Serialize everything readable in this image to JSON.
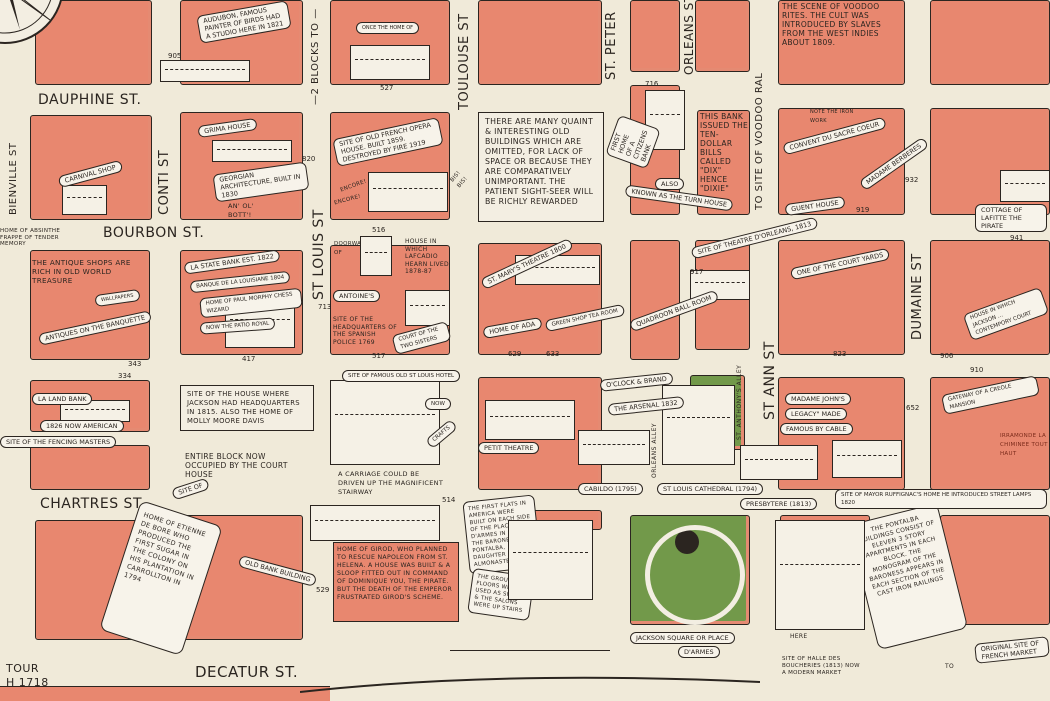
{
  "colors": {
    "block": "#e8876f",
    "street": "#f0ead9",
    "park": "#72994a",
    "ink": "#2b2520"
  },
  "streets": {
    "dauphine": "DAUPHINE ST.",
    "bourbon": "BOURBON ST.",
    "chartres": "CHARTRES ST.",
    "decatur": "DECATUR ST.",
    "bienville": "BIENVILLE ST",
    "conti": "CONTI ST",
    "st_louis": "ST LOUIS ST",
    "toulouse": "TOULOUSE ST",
    "st_peter": "ST. PETER",
    "orleans": "ORLEANS ST",
    "st_ann": "ST ANN ST",
    "dumaine": "DUMAINE ST",
    "two_blocks": "—2 BLOCKS TO —",
    "voodoo_site": "TO SITE OF VOODOO RAL",
    "orleans_alley": "ORLEANS ALLEY",
    "st_anthony_alley": "ST. ANTHONY'S ALLEY",
    "tour": "TOUR",
    "tour_year": "H 1718"
  },
  "notes": {
    "voodoo": "THE SCENE of VOODOO RITES. THE CULT was INTRODUCED BY SLAVES from THE WEST INDIES ABOUT 1809.",
    "omitted": "THERE ARE MANY QUAINT & INTERESTING OLD BUILDINGS WHICH ARE OMITTED, FOR LACK of SPACE OR BECAUSE THEY ARE COMPARATIVELY UNIMPORTANT. THE PATIENT SIGHT-SEER WILL BE RICHLY REWARDED",
    "dixie": "THIS BANK ISSUED THE TEN-DOLLAR BILLS CALLED \"DIX\" HENCE \"DIXIE\"",
    "antiques": "THE ANTIQUE SHOPS ARE RICH IN OLD WORLD TREASURE",
    "jackson_hq": "SITE of THE HOUSE WHERE JACKSON HAD HEADQUARTERS IN 1815. ALSO THE HOME of MOLLY MOORE DAVIS",
    "court_house": "ENTIRE BLOCK NOW OCCUPIED BY THE COURT HOUSE",
    "carriage": "A CARRIAGE COULD BE DRIVEN UP THE MAGNIFICENT STAIRWAY",
    "de_bore": "HOME of ETIENNE DE BORE WHO PRODUCED THE FIRST SUGAR IN THE COLONY ON HIS PLANTATION IN CARROLLTON IN 1794",
    "girod": "HOME of GIROD, WHO PLANNED TO RESCUE NAPOLEON FROM ST. HELENA. A HOUSE WAS BUILT & A SLOOP FITTED OUT IN COMMAND of DOMINIQUE YOU, THE PIRATE. BUT THE DEATH of THE EMPEROR FRUSTRATED GIROD'S SCHEME.",
    "first_flats": "THE FIRST FLATS IN AMERICA WERE BUILT ON EACH SIDE OF THE PLACE D'ARMES IN 1849 BY THE BARONESS PONTALBA, DAUGHTER OF DON ALMONASTER",
    "ground_floors": "THE GROUND FLOORS WERE USED AS SHOPS & THE SALONS WERE UP STAIRS",
    "pontalba": "THE PONTALBA BUILDINGS CONSIST OF ELEVEN 3 STORY APARTMENTS IN EACH BLOCK. THE MONOGRAM of THE BARONESS APPEARS IN EACH SECTION of THE CAST IRON RAILINGS",
    "halle": "SITE of HALLE DES BOUCHERIES (1813) NOW A MODERN MARKET",
    "hearn": "HOUSE IN WHICH LAFCADIO HEARN LIVED 1878-87",
    "doorway": "DOORWAY of",
    "spanish_police": "SITE of THE HEADQUARTERS of THE SPANISH POLICE 1769",
    "absinthe": "HOME of ABSINTHE FRAPPE of TENDER MEMORY",
    "iron_work": "NOTE THE IRON WORK",
    "bott": "AN' OL' BOTT'!",
    "encore1": "ENCORE!",
    "encore2": "ENCORE!",
    "bis": "BIS! BIS!",
    "irramonde": "IRRAMONDE LA CHIMINEE TOUT HAUT",
    "here": "HERE",
    "to": "TO"
  },
  "banners": {
    "audubon": "AUDUBON, FAMOUS PAINTER of BIRDS HAD A STUDIO HERE IN 1821",
    "once_home": "ONCE THE HOME OF",
    "carnival": "CARNIVAL SHOP",
    "grima": "GRIMA HOUSE",
    "georgian": "GEORGIAN ARCHITECTURE, BUILT IN 1830",
    "opera": "SITE of OLD FRENCH OPERA HOUSE. BUILT 1859. DESTROYED BY FIRE 1919",
    "citizens_bank": "FIRST HOME OF A CITIZENS BANK",
    "also": "ALSO",
    "turn_house": "KNOWN AS THE TURN HOUSE",
    "sacre_coeur": "CONVENT DU SACRE COEUR",
    "berberes": "MADAME BERBERES",
    "gurent": "GUENT HOUSE",
    "lafitte": "COTTAGE of LAFITTE THE PIRATE",
    "theatre_orleans": "SITE of THEATRE D'ORLEANS, 1813",
    "court_yards": "ONE OF THE COURT YARDS",
    "quadroon": "QUADROON BALL ROOM",
    "jackson_house": "HOUSE IN WHICH JACKSON ... CONTEMPORY COURT",
    "creole_gateway": "GATEWAY of A CREOLE MANSION",
    "state_bank": "LA STATE BANK EST. 1822",
    "banque": "BANQUE DE LA LOUISIANE 1804",
    "morphy": "HOME of PAUL MORPHY CHESS WIZARD",
    "patio_royal": "NOW THE PATIO ROYAL",
    "wallpapers": "WALLPAPERS",
    "banquette": "ANTIQUES ON THE BANQUETTE",
    "antoines": "ANTOINE'S",
    "two_sisters": "COURT OF THE TWO SISTERS",
    "theatre_1800": "ST. MARY'S THEATRE 1800",
    "ada": "HOME of ADA",
    "tea_room": "GREEN SHOP TEA ROOM",
    "st_louis_hotel": "SITE of FAMOUS OLD ST LOUIS HOTEL",
    "now": "NOW",
    "crafts": "CRAFTS",
    "land_bank": "LA LAND BANK",
    "american": "1826 NOW AMERICAN",
    "fencing": "SITE of THE FENCING MASTERS",
    "petit_theatre": "PETIT THEATRE",
    "arsenal": "THE ARSENAL 1832",
    "clock": "O'CLOCK & BRAND",
    "cabildo": "CABILDO (1795)",
    "cathedral": "ST LOUIS CATHEDRAL (1794)",
    "presbytere": "PRESBYTERE (1813)",
    "ruffignac": "SITE of MAYOR RUFFIGNAC'S HOME HE INTRODUCED STREET LAMPS 1820",
    "madame_john": "MADAME JOHN'S",
    "legacy": "LEGACY\" MADE",
    "cable": "FAMOUS BY CABLE",
    "site_of": "SITE of",
    "old_bank": "OLD BANK BUILDING",
    "jackson_square": "JACKSON SQUARE or PLACE",
    "darmes": "D'ARMES",
    "french_market": "ORIGINAL SITE of FRENCH MARKET"
  },
  "numbers": {
    "n905": "905",
    "n527": "527",
    "n820": "820",
    "n716": "716",
    "n343": "343",
    "n417": "417",
    "n516": "516",
    "n713": "713",
    "n517": "517",
    "n629": "629",
    "n633": "633",
    "n334": "334",
    "n529": "529",
    "n514": "514",
    "n917": "917",
    "n919": "919",
    "n932": "932",
    "n941": "941",
    "n823": "823",
    "n906": "906",
    "n910": "910",
    "n652": "652"
  }
}
